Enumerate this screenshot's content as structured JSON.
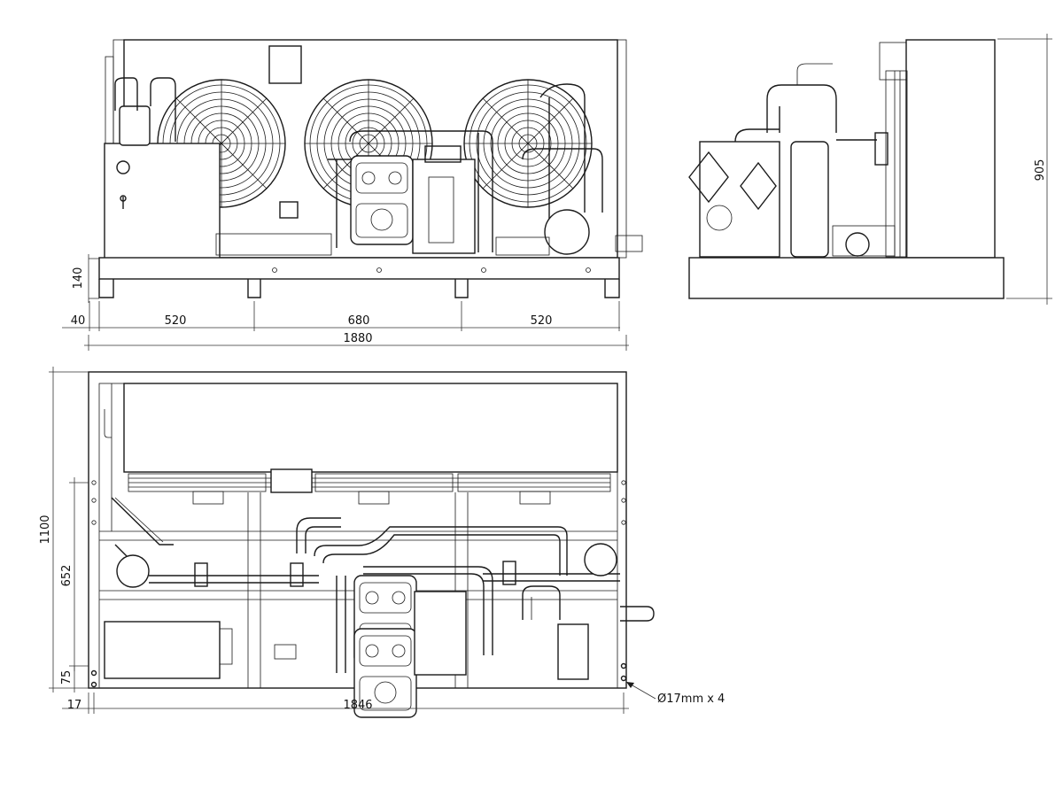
{
  "dimensions": {
    "front_frame_height": "140",
    "front_left_offset": "40",
    "front_span_left": "520",
    "front_span_mid": "680",
    "front_span_right": "520",
    "front_total_width": "1880",
    "side_total_height": "905",
    "plan_total_depth": "1100",
    "plan_mount_depth": "652",
    "plan_mount_edge": "75",
    "plan_left_offset": "17",
    "plan_mount_width": "1846",
    "mount_holes": "Ø17mm x 4"
  },
  "colors": {
    "line": "#1a1a1a",
    "background": "#ffffff"
  }
}
